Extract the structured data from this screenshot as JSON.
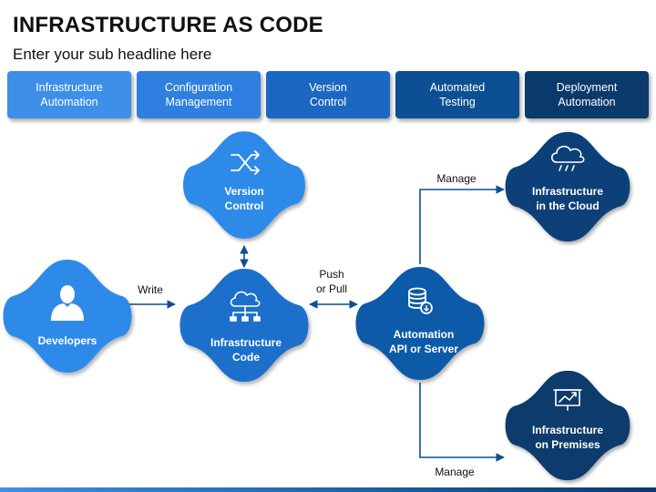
{
  "header": {
    "title": "INFRASTRUCTURE AS CODE",
    "subtitle": "Enter your sub headline here"
  },
  "tabs": [
    {
      "label": "Infrastructure\nAutomation",
      "color": "#3d8fe8"
    },
    {
      "label": "Configuration\nManagement",
      "color": "#2e7fe0"
    },
    {
      "label": "Version\nControl",
      "color": "#1b68c2"
    },
    {
      "label": "Automated\nTesting",
      "color": "#0d4f93"
    },
    {
      "label": "Deployment\nAutomation",
      "color": "#0a3a6c"
    }
  ],
  "nodes": {
    "developers": {
      "label": "Developers",
      "icon": "user-icon",
      "color": "#2f8ae8"
    },
    "version_control": {
      "label": "Version\nControl",
      "icon": "shuffle-icon",
      "color": "#2f8ae8"
    },
    "infrastructure_code": {
      "label": "Infrastructure\nCode",
      "icon": "cloud-network-icon",
      "color": "#1a6fcb"
    },
    "automation_server": {
      "label": "Automation\nAPI or Server",
      "icon": "database-icon",
      "color": "#0e5aa8"
    },
    "cloud": {
      "label": "Infrastructure\nin the Cloud",
      "icon": "cloud-storm-icon",
      "color": "#0a3f78"
    },
    "premises": {
      "label": "Infrastructure\non Premises",
      "icon": "presentation-chart-icon",
      "color": "#0a3a6c"
    }
  },
  "connectors": {
    "write": "Write",
    "push_pull": "Push\nor Pull",
    "manage_top": "Manage",
    "manage_bottom": "Manage"
  }
}
